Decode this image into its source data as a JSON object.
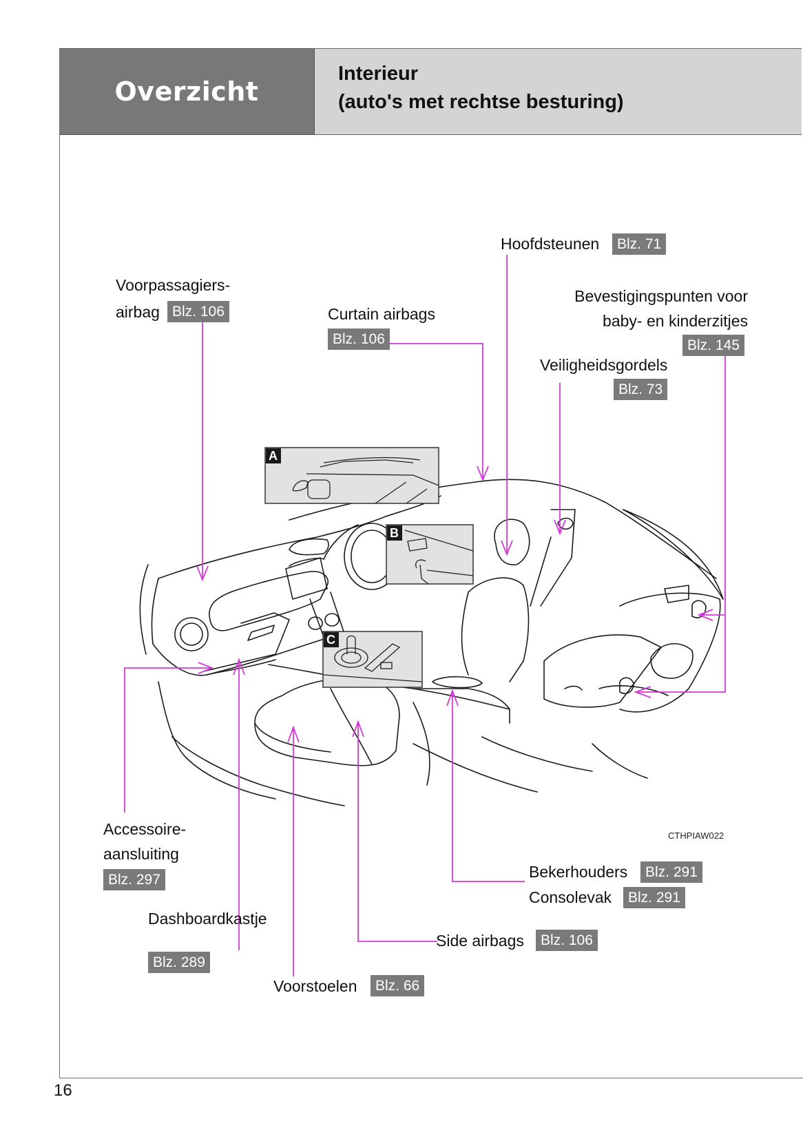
{
  "header": {
    "section": "Overzicht",
    "title_line1": "Interieur",
    "title_line2": "(auto's met rechtse besturing)"
  },
  "callouts": {
    "voorpassagiers": {
      "line1": "Voorpassagiers-",
      "line2": "airbag",
      "page": "Blz. 106"
    },
    "curtain": {
      "label": "Curtain airbags",
      "page": "Blz. 106"
    },
    "hoofdsteunen": {
      "label": "Hoofdsteunen",
      "page": "Blz. 71"
    },
    "bevestiging": {
      "line1": "Bevestigingspunten voor",
      "line2": "baby- en kinderzitjes",
      "page": "Blz. 145"
    },
    "veiligheid": {
      "label": "Veiligheidsgordels",
      "page": "Blz. 73"
    },
    "accessoire": {
      "line1": "Accessoire-",
      "line2": "aansluiting",
      "page": "Blz. 297"
    },
    "dashboard": {
      "label": "Dashboardkastje",
      "page": "Blz. 289"
    },
    "voorstoelen": {
      "label": "Voorstoelen",
      "page": "Blz. 66"
    },
    "side": {
      "label": "Side airbags",
      "page": "Blz. 106"
    },
    "bekerhouders": {
      "label": "Bekerhouders",
      "page": "Blz. 291"
    },
    "consolevak": {
      "label": "Consolevak",
      "page": "Blz. 291"
    }
  },
  "insets": {
    "a": "A",
    "b": "B",
    "c": "C"
  },
  "figure_code": "CTHPIAW022",
  "page_number": "16",
  "colors": {
    "leader": "#d33ad6",
    "badge": "#7a7a7a",
    "header_dark": "#787878",
    "header_light": "#d4d4d4"
  }
}
